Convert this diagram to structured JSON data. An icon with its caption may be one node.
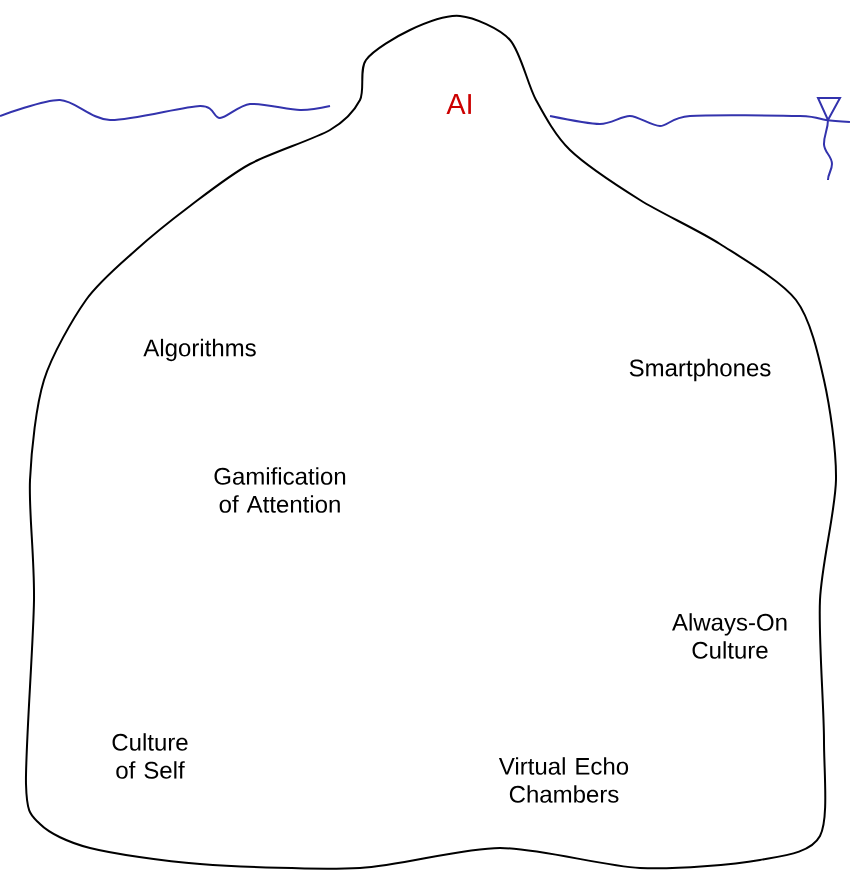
{
  "diagram": {
    "nodes": [
      {
        "text": [
          "AI",
          "Algorithms",
          "Smartphones",
          "Gamification of Attention",
          "Always-On Culture",
          "Culture of Self",
          "Virtual Echo Chambers"
        ]
      }
    ]
  }
}
